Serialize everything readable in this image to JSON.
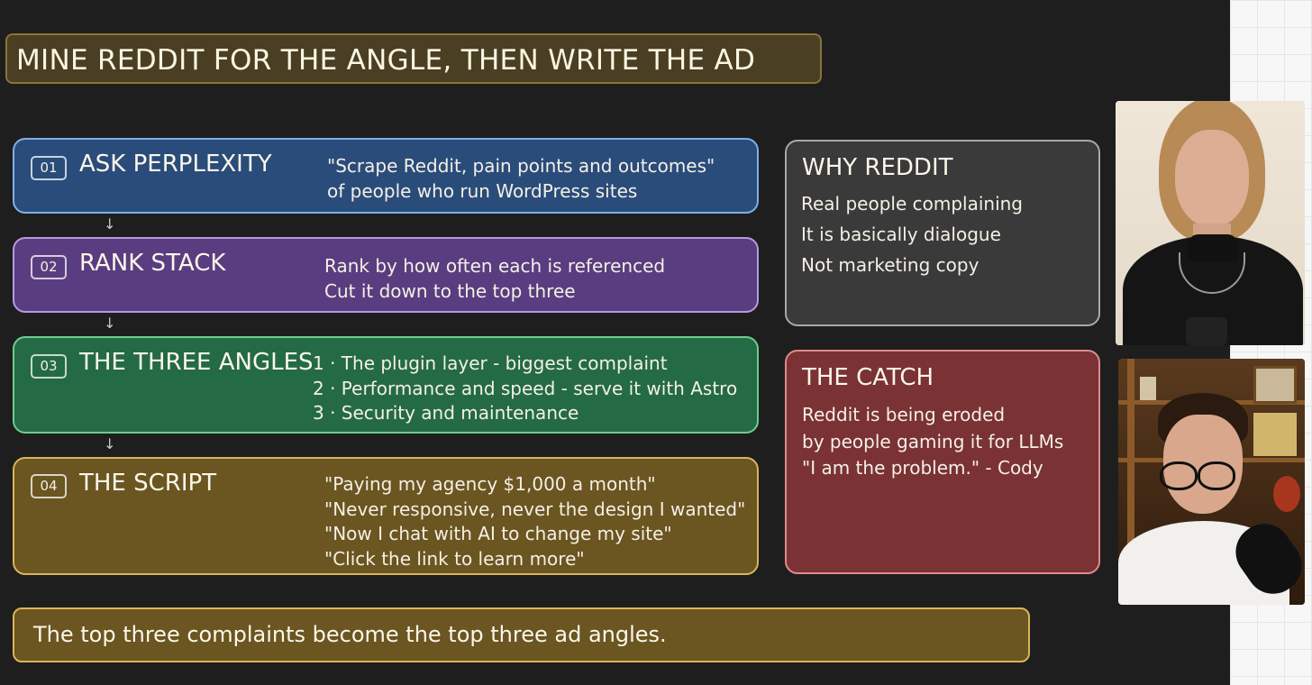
{
  "title": "MINE REDDIT FOR THE ANGLE, THEN WRITE THE AD",
  "steps": [
    {
      "number": "01",
      "title": "ASK PERPLEXITY",
      "lines": [
        "\"Scrape Reddit, pain points and outcomes\"",
        "of people who run WordPress sites"
      ]
    },
    {
      "number": "02",
      "title": "RANK STACK",
      "lines": [
        "Rank by how often each is referenced",
        "Cut it down to the top three"
      ]
    },
    {
      "number": "03",
      "title": "THE THREE ANGLES",
      "lines": [
        "1 · The plugin layer - biggest complaint",
        "2 · Performance and speed - serve it with Astro",
        "3 · Security and maintenance"
      ]
    },
    {
      "number": "04",
      "title": "THE SCRIPT",
      "lines": [
        "\"Paying my agency $1,000 a month\"",
        "\"Never responsive, never the design I wanted\"",
        "\"Now I chat with AI to change my site\"",
        "\"Click the link to learn more\""
      ]
    }
  ],
  "arrow_glyph": "↓",
  "why_reddit": {
    "title": "WHY REDDIT",
    "lines": [
      "Real people complaining",
      "It is basically dialogue",
      "Not marketing copy"
    ]
  },
  "the_catch": {
    "title": "THE CATCH",
    "lines": [
      "Reddit is being eroded",
      "by people gaming it for LLMs",
      "\"I am the problem.\" - Cody"
    ]
  },
  "bottom_banner": "The top three complaints become the top three ad angles.",
  "colors": {
    "step1": "#2a4c7a",
    "step2": "#5a3d80",
    "step3": "#246a44",
    "step4": "#6b5520",
    "why": "#3a3a3a",
    "catch": "#7a3235",
    "title_bg": "#4a3f22"
  }
}
